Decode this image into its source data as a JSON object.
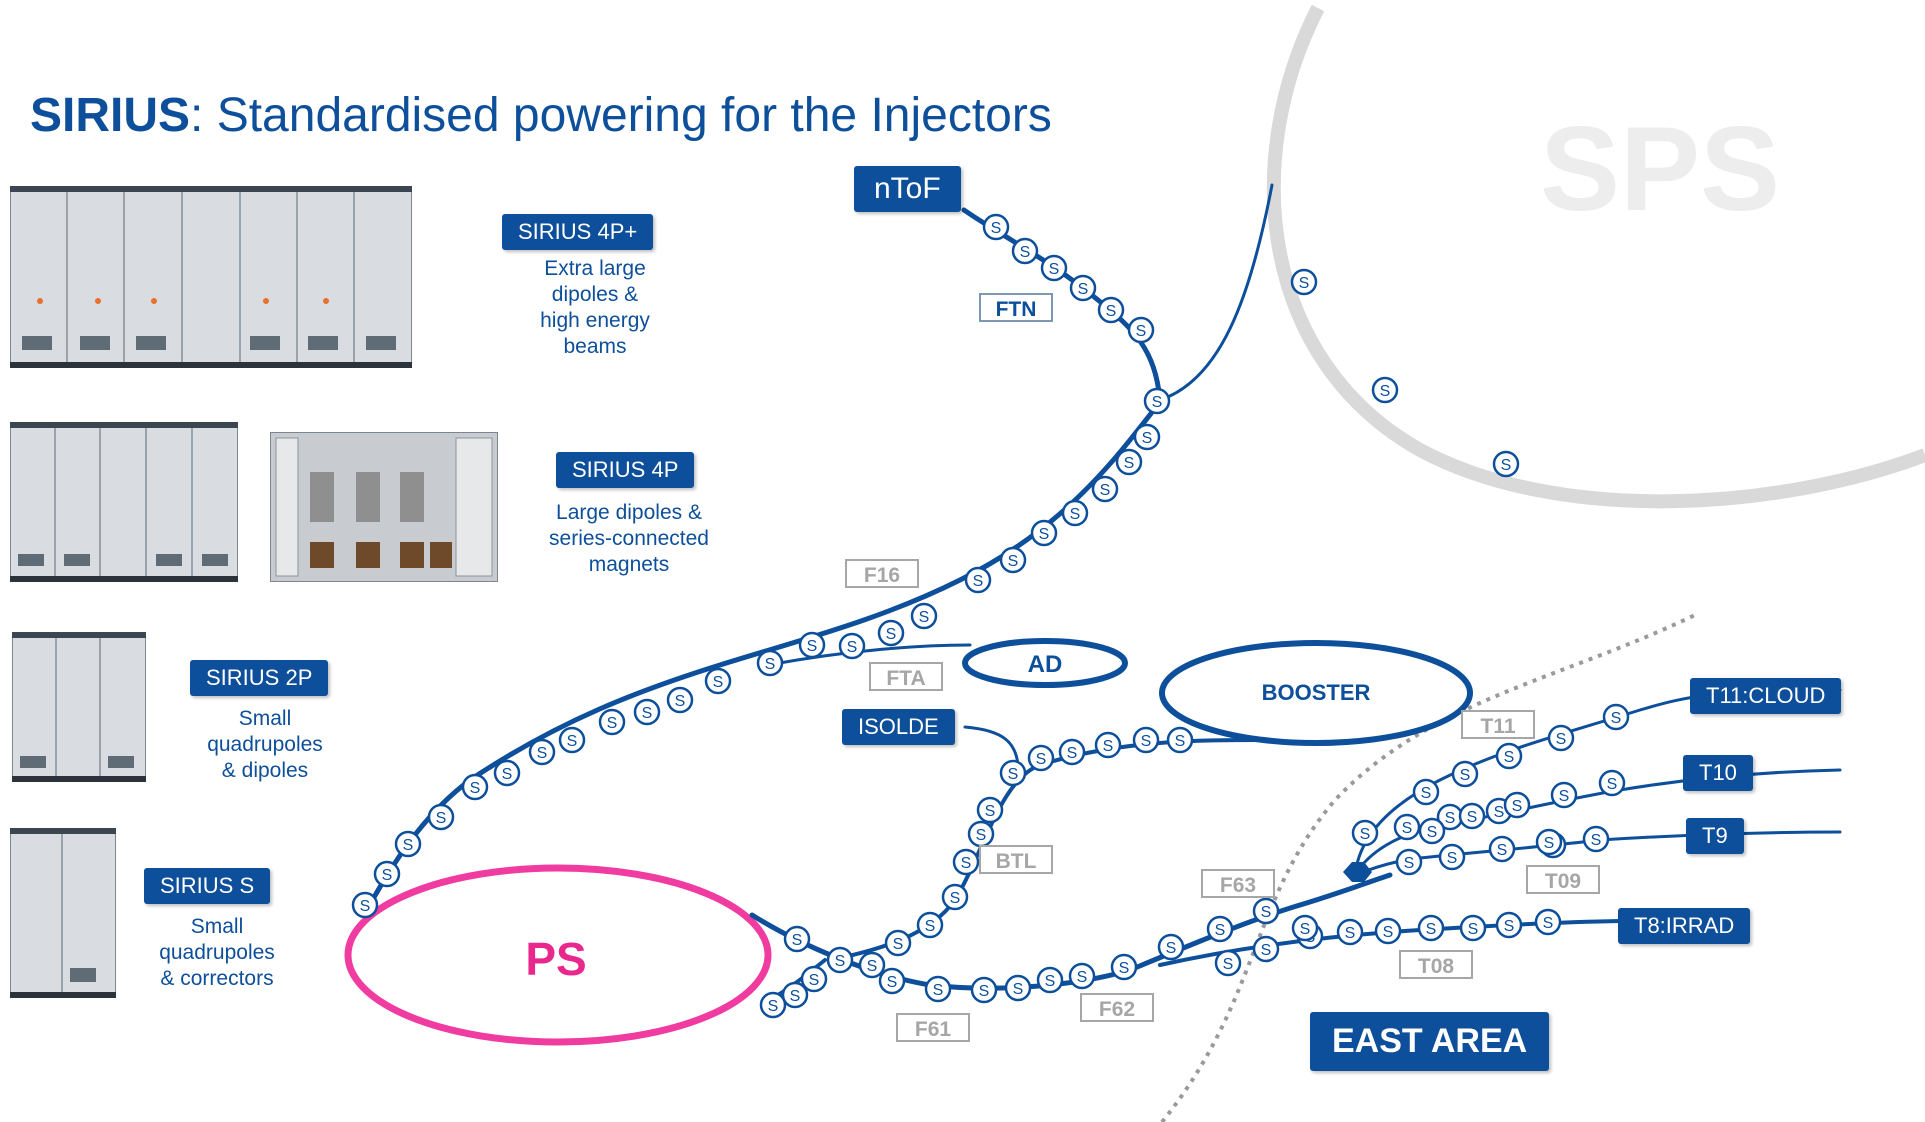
{
  "title": {
    "bold": "SIRIUS",
    "rest": ": Standardised powering for the Injectors"
  },
  "converters": [
    {
      "name": "SIRIUS 4P+",
      "desc": [
        "Extra large",
        "dipoles &",
        "high energy",
        "beams"
      ]
    },
    {
      "name": "SIRIUS 4P",
      "desc": [
        "Large dipoles &",
        "series-connected",
        "magnets"
      ]
    },
    {
      "name": "SIRIUS 2P",
      "desc": [
        "Small",
        "quadrupoles",
        "& dipoles"
      ]
    },
    {
      "name": "SIRIUS S",
      "desc": [
        "Small",
        "quadrupoles",
        "& correctors"
      ]
    }
  ],
  "machines": {
    "ps": "PS",
    "sps": "SPS",
    "booster": "BOOSTER",
    "ad": "AD"
  },
  "destinations": {
    "ntof": "nToF",
    "isolde": "ISOLDE",
    "t11": "T11:CLOUD",
    "t10": "T10",
    "t9": "T9",
    "t8": "T8:IRRAD",
    "east_area": "EAST AREA"
  },
  "lines": {
    "ftn": "FTN",
    "f16": "F16",
    "fta": "FTA",
    "btl": "BTL",
    "f61": "F61",
    "f62": "F62",
    "f63": "F63",
    "t11": "T11",
    "t09": "T09",
    "t08": "T08"
  },
  "marker_symbol": "S",
  "colors": {
    "navy": "#0d4f9a",
    "ps": "#f03ca0",
    "sps": "#d9d9d9",
    "muted": "#a6a6a6"
  }
}
